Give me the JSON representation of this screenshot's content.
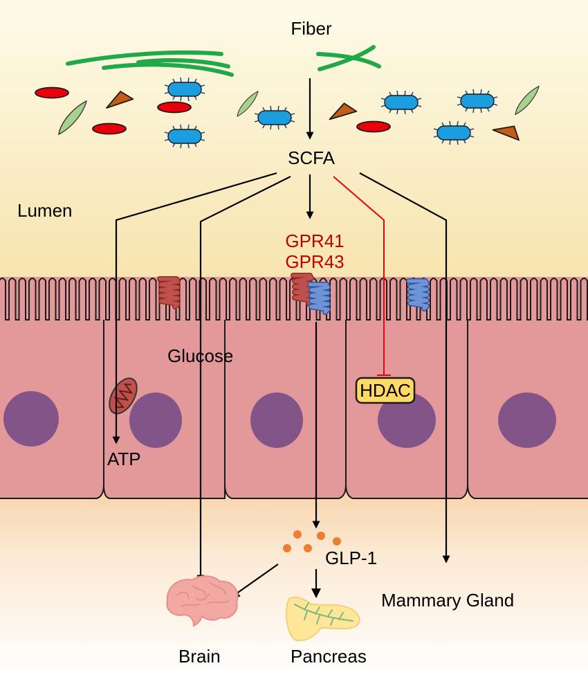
{
  "labels": {
    "fiber": "Fiber",
    "scfa": "SCFA",
    "lumen": "Lumen",
    "gpr41": "GPR41",
    "gpr43": "GPR43",
    "glucose": "Glucose",
    "hdac": "HDAC",
    "atp": "ATP",
    "glp1": "GLP-1",
    "mammary": "Mammary Gland",
    "brain": "Brain",
    "pancreas": "Pancreas"
  },
  "colors": {
    "lumen_top": "#fdfbe9",
    "lumen_bottom": "#f7e3ac",
    "cell_fill": "#e3999a",
    "cell_stroke": "#1a1a1a",
    "nucleus": "#835487",
    "fiber": "#21a84a",
    "bacteria": "#1c9ddf",
    "red_capsule": "#e8000b",
    "brown_triangle": "#c45b16",
    "green_leaf": "#a9d18e",
    "receptor_red": "#c0504d",
    "receptor_blue": "#4472c4",
    "inhibition": "#e8000b",
    "hdac_fill": "#ffd966",
    "glp1_dots": "#ed7d31",
    "gpr_text": "#c00000",
    "arrow": "#000000"
  },
  "icons": {
    "receptor": "gpcr-receptor-icon",
    "mitochondrion": "mitochondrion-icon",
    "brain": "brain-icon",
    "pancreas": "pancreas-icon",
    "bacterium": "bacterium-icon"
  }
}
